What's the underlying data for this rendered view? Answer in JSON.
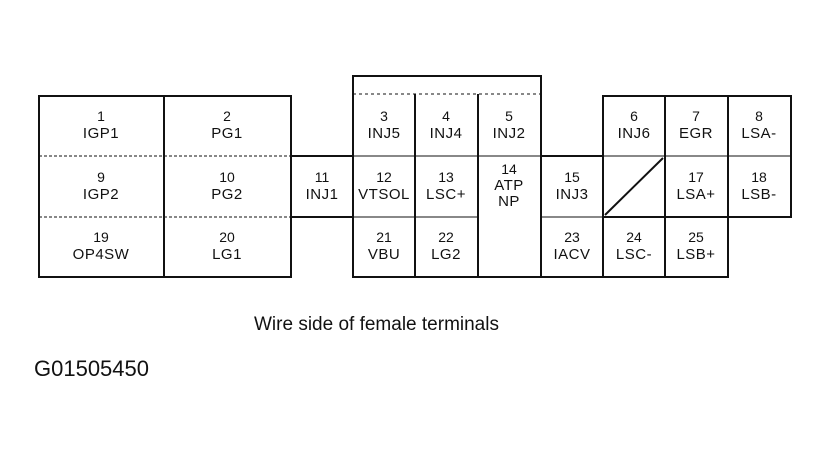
{
  "terminals": [
    {
      "num": "1",
      "sig": "IGP1"
    },
    {
      "num": "2",
      "sig": "PG1"
    },
    {
      "num": "3",
      "sig": "INJ5"
    },
    {
      "num": "4",
      "sig": "INJ4"
    },
    {
      "num": "5",
      "sig": "INJ2"
    },
    {
      "num": "6",
      "sig": "INJ6"
    },
    {
      "num": "7",
      "sig": "EGR"
    },
    {
      "num": "8",
      "sig": "LSA-"
    },
    {
      "num": "9",
      "sig": "IGP2"
    },
    {
      "num": "10",
      "sig": "PG2"
    },
    {
      "num": "11",
      "sig": "INJ1"
    },
    {
      "num": "12",
      "sig": "VTSOL"
    },
    {
      "num": "13",
      "sig": "LSC+"
    },
    {
      "num": "14",
      "sig": "ATP",
      "sig2": "NP"
    },
    {
      "num": "15",
      "sig": "INJ3"
    },
    {
      "num": "17",
      "sig": "LSA+"
    },
    {
      "num": "18",
      "sig": "LSB-"
    },
    {
      "num": "19",
      "sig": "OP4SW"
    },
    {
      "num": "20",
      "sig": "LG1"
    },
    {
      "num": "21",
      "sig": "VBU"
    },
    {
      "num": "22",
      "sig": "LG2"
    },
    {
      "num": "23",
      "sig": "IACV"
    },
    {
      "num": "24",
      "sig": "LSC-"
    },
    {
      "num": "25",
      "sig": "LSB+"
    }
  ],
  "caption": "Wire side of female terminals",
  "figure_code": "G01505450"
}
